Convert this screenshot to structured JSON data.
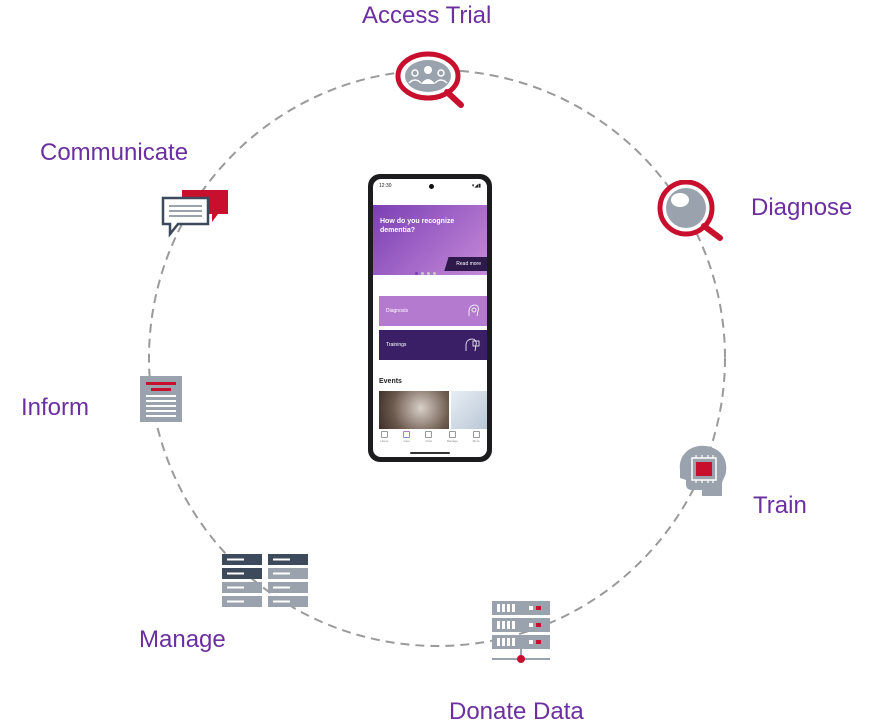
{
  "nodes": {
    "access_trial": "Access Trial",
    "diagnose": "Diagnose",
    "train": "Train",
    "donate_data": "Donate Data",
    "manage": "Manage",
    "inform": "Inform",
    "communicate": "Communicate"
  },
  "icons": {
    "access_trial": "people-search-icon",
    "diagnose": "magnifier-icon",
    "train": "brain-chip-icon",
    "donate_data": "server-icon",
    "manage": "database-list-icon",
    "inform": "document-icon",
    "communicate": "chat-bubbles-icon"
  },
  "colors": {
    "label": "#6b2fa0",
    "accent_red": "#c8102e",
    "icon_gray": "#9aa3ad",
    "icon_slate": "#3d4a5c",
    "ring": "#9a9a9a"
  },
  "phone": {
    "status_time": "12:30",
    "status_icons": "▾◢▮",
    "hero_title": "How do you recognize dementia?",
    "hero_cta": "Read more",
    "card_diagnosis": "Diagnosis",
    "card_trainings": "Trainings",
    "events_title": "Events",
    "tabs": [
      "Home",
      "Care",
      "Chat",
      "Manage",
      "More"
    ]
  }
}
